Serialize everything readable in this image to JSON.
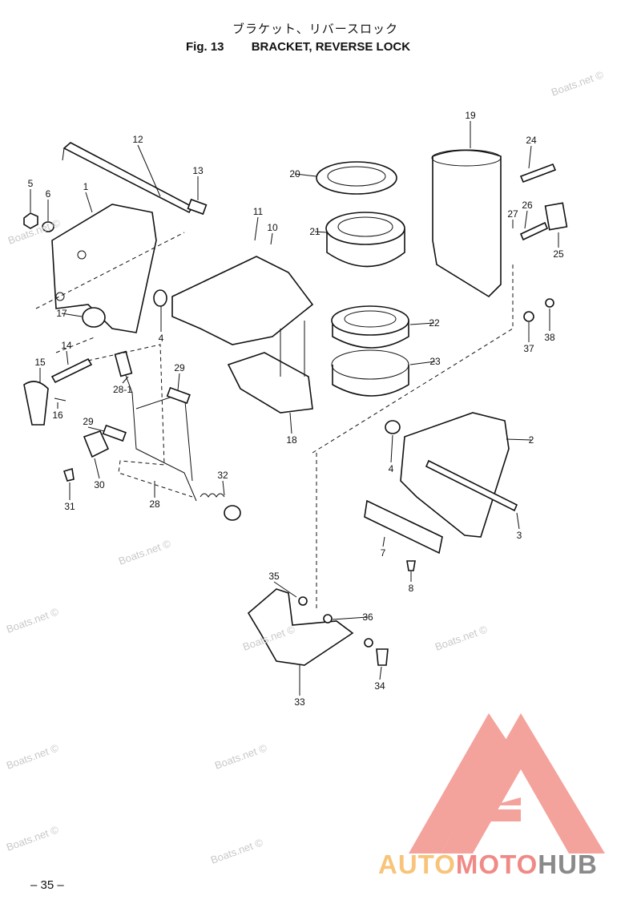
{
  "header": {
    "subtitle_jp": "ブラケット、リバースロック",
    "fig_label": "Fig. 13",
    "title": "BRACKET, REVERSE LOCK"
  },
  "callouts": [
    "12",
    "13",
    "5",
    "6",
    "1",
    "11",
    "10",
    "20",
    "21",
    "19",
    "24",
    "26",
    "27",
    "25",
    "17",
    "4",
    "22",
    "23",
    "37",
    "38",
    "14",
    "15",
    "29",
    "16",
    "28-1",
    "18",
    "2",
    "29",
    "30",
    "31",
    "28",
    "32",
    "4",
    "3",
    "7",
    "8",
    "35",
    "36",
    "34",
    "33"
  ],
  "watermark": "Boats.net ©",
  "page_number": "– 35 –",
  "logo": {
    "word_auto": "AUTO",
    "word_moto": "MOTO",
    "word_hub": "HUB",
    "colors": {
      "auto": "#f7c47a",
      "moto": "#f08a86",
      "hub": "#8a8a8a",
      "mark": "#f4a29c"
    }
  }
}
